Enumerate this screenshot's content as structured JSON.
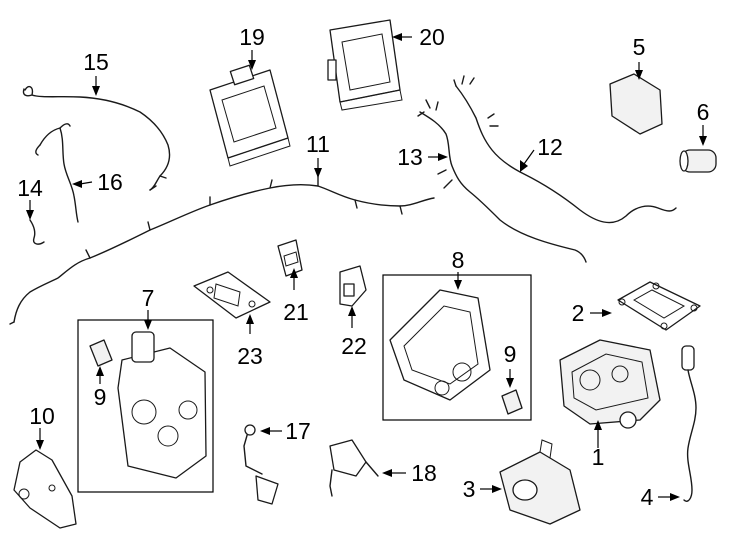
{
  "diagram": {
    "labels": [
      "1",
      "2",
      "3",
      "4",
      "5",
      "6",
      "7",
      "8",
      "9",
      "9",
      "10",
      "11",
      "12",
      "13",
      "14",
      "15",
      "16",
      "17",
      "18",
      "19",
      "20",
      "21",
      "22",
      "23"
    ]
  }
}
